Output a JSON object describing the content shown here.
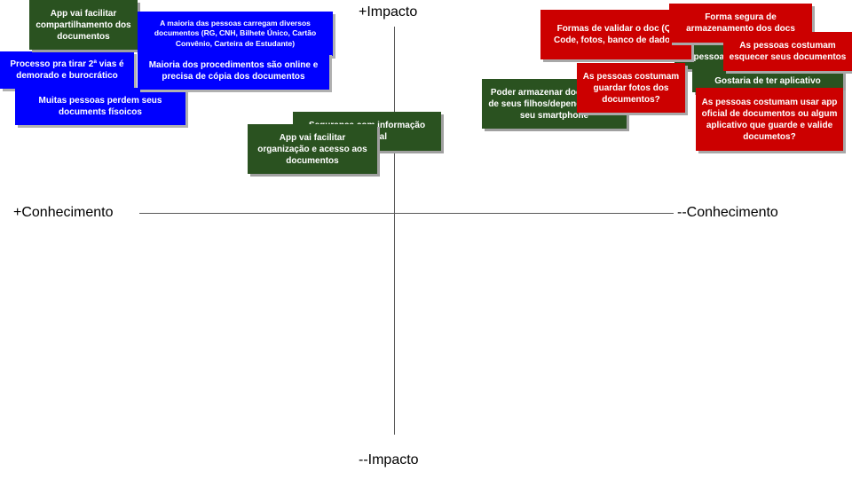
{
  "axes": {
    "top_label": "+Impacto",
    "bottom_label": "--Impacto",
    "left_label": "+Conhecimento",
    "right_label": "--Conhecimento"
  },
  "notes": [
    {
      "id": "n-processo",
      "color": "blue",
      "text": "Processo pra tirar 2ª vias é demorado e burocrático"
    },
    {
      "id": "n-perdem",
      "color": "blue",
      "text": "Muitas pessoas perdem seus documents físoicos"
    },
    {
      "id": "n-compartilhamento",
      "color": "green",
      "text": "App vai facilitar compartilhamento dos documentos"
    },
    {
      "id": "n-carregam",
      "color": "blue",
      "text": "A maioria das pessoas carregam diversos documentos (RG, CNH, Bilhete Único, Cartão Convênio, Carteira de Estudante)"
    },
    {
      "id": "n-procedimentos",
      "color": "blue",
      "text": "Maioria dos procedimentos são online e precisa de cópia dos documentos"
    },
    {
      "id": "n-seguranca",
      "color": "green",
      "text": "Segurança com informação essencial"
    },
    {
      "id": "n-organizacao",
      "color": "green",
      "text": "App vai facilitar organização e acesso aos documentos"
    },
    {
      "id": "n-armazenar-filhos",
      "color": "green",
      "text": "Poder armazenar documentos de seus filhos/dependentes em seu smartphone"
    },
    {
      "id": "n-preocupam",
      "color": "green",
      "text": "As pessoas se preocupam"
    },
    {
      "id": "n-gostaria",
      "color": "green",
      "text": "Gostaria de ter aplicativo"
    },
    {
      "id": "n-validar",
      "color": "red",
      "text": "Formas de validar o doc (Qr Code, fotos, banco de dados)"
    },
    {
      "id": "n-forma-segura",
      "color": "red",
      "text": "Forma segura de armazenamento dos docs"
    },
    {
      "id": "n-esquecer",
      "color": "red",
      "text": "As pessoas costumam esquecer seus documentos"
    },
    {
      "id": "n-fotos",
      "color": "red",
      "text": "As pessoas costumam guardar fotos dos documentos?"
    },
    {
      "id": "n-app-oficial",
      "color": "red",
      "text": "As pessoas costumam usar app oficial de documentos ou algum aplicativo que guarde e valide documetos?"
    }
  ]
}
